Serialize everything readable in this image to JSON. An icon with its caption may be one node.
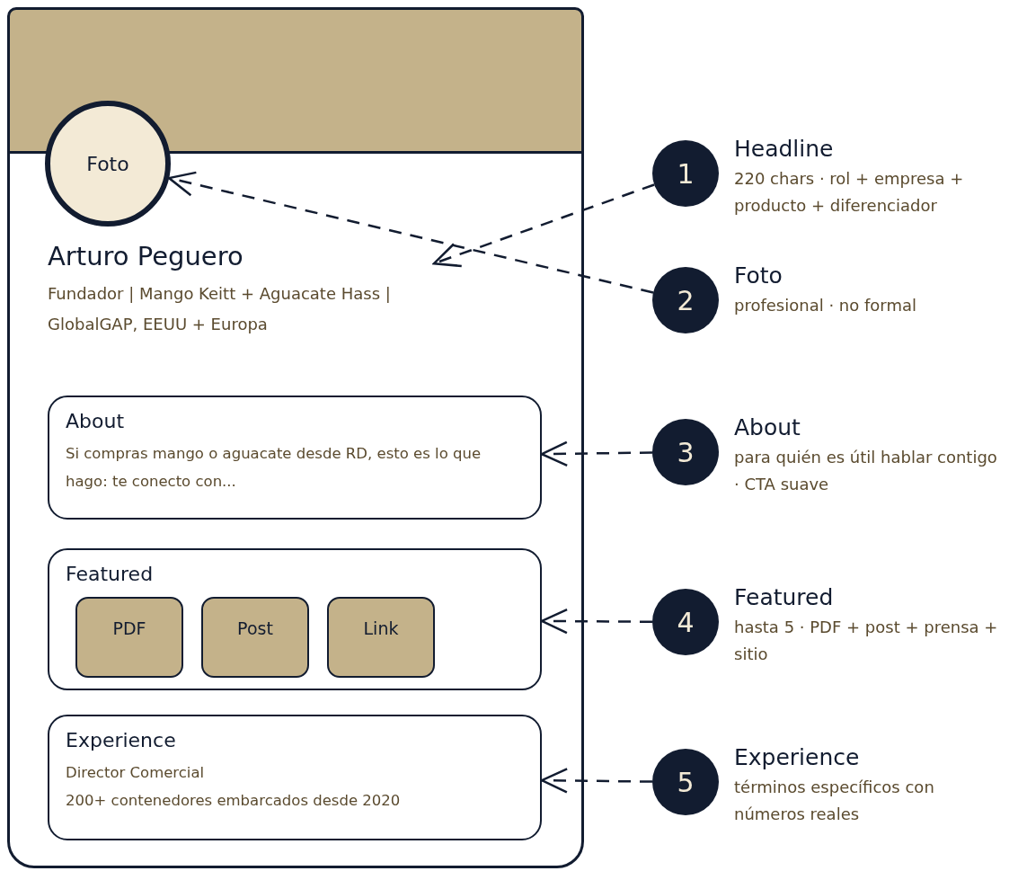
{
  "diagram": {
    "nodes": [
      {
        "text": [],
        "shape": "box"
      },
      {
        "text": [
          "Foto"
        ],
        "in": 0
      },
      {
        "text": [
          "Arturo Peguero",
          "Fundador | Mango Keitt + Aguacate Hass | GlobalGAP, EEUU + Europa"
        ],
        "in": 0
      },
      {
        "text": [
          "About",
          "Si compras mango o aguacate desde RD, esto es lo que hago: te conecto con..."
        ],
        "in": 0
      },
      {
        "text": [
          "Featured"
        ],
        "in": 0
      },
      {
        "text": [
          "PDF"
        ],
        "in": 4
      },
      {
        "text": [
          "Post"
        ],
        "in": 4
      },
      {
        "text": [
          "Link"
        ],
        "in": 4
      },
      {
        "text": [
          "Experience",
          "Director Comercial",
          "200+ contenedores embarcados desde 2020"
        ],
        "in": 0
      },
      {
        "text": [
          "1"
        ],
        "beside": [
          "Headline",
          "220 chars · rol + empresa + producto + diferenciador"
        ]
      },
      {
        "text": [
          "2"
        ],
        "beside": [
          "Foto",
          "profesional · no formal"
        ]
      },
      {
        "text": [
          "3"
        ],
        "beside": [
          "About",
          "para quién es útil hablar contigo · CTA suave"
        ]
      },
      {
        "text": [
          "4"
        ],
        "beside": [
          "Featured",
          "hasta 5 · PDF + post + prensa + sitio"
        ]
      },
      {
        "text": [
          "5"
        ],
        "beside": [
          "Experience",
          "términos específicos con números reales"
        ]
      }
    ],
    "edges": [
      {
        "from": 9,
        "to": 2,
        "arrow": "to",
        "style": "dashed"
      },
      {
        "from": 10,
        "to": 1,
        "arrow": "to",
        "style": "dashed"
      },
      {
        "from": 11,
        "to": 3,
        "arrow": "to",
        "style": "dashed"
      },
      {
        "from": 12,
        "to": 4,
        "arrow": "to",
        "style": "dashed"
      },
      {
        "from": 13,
        "to": 8,
        "arrow": "to",
        "style": "dashed"
      }
    ]
  }
}
